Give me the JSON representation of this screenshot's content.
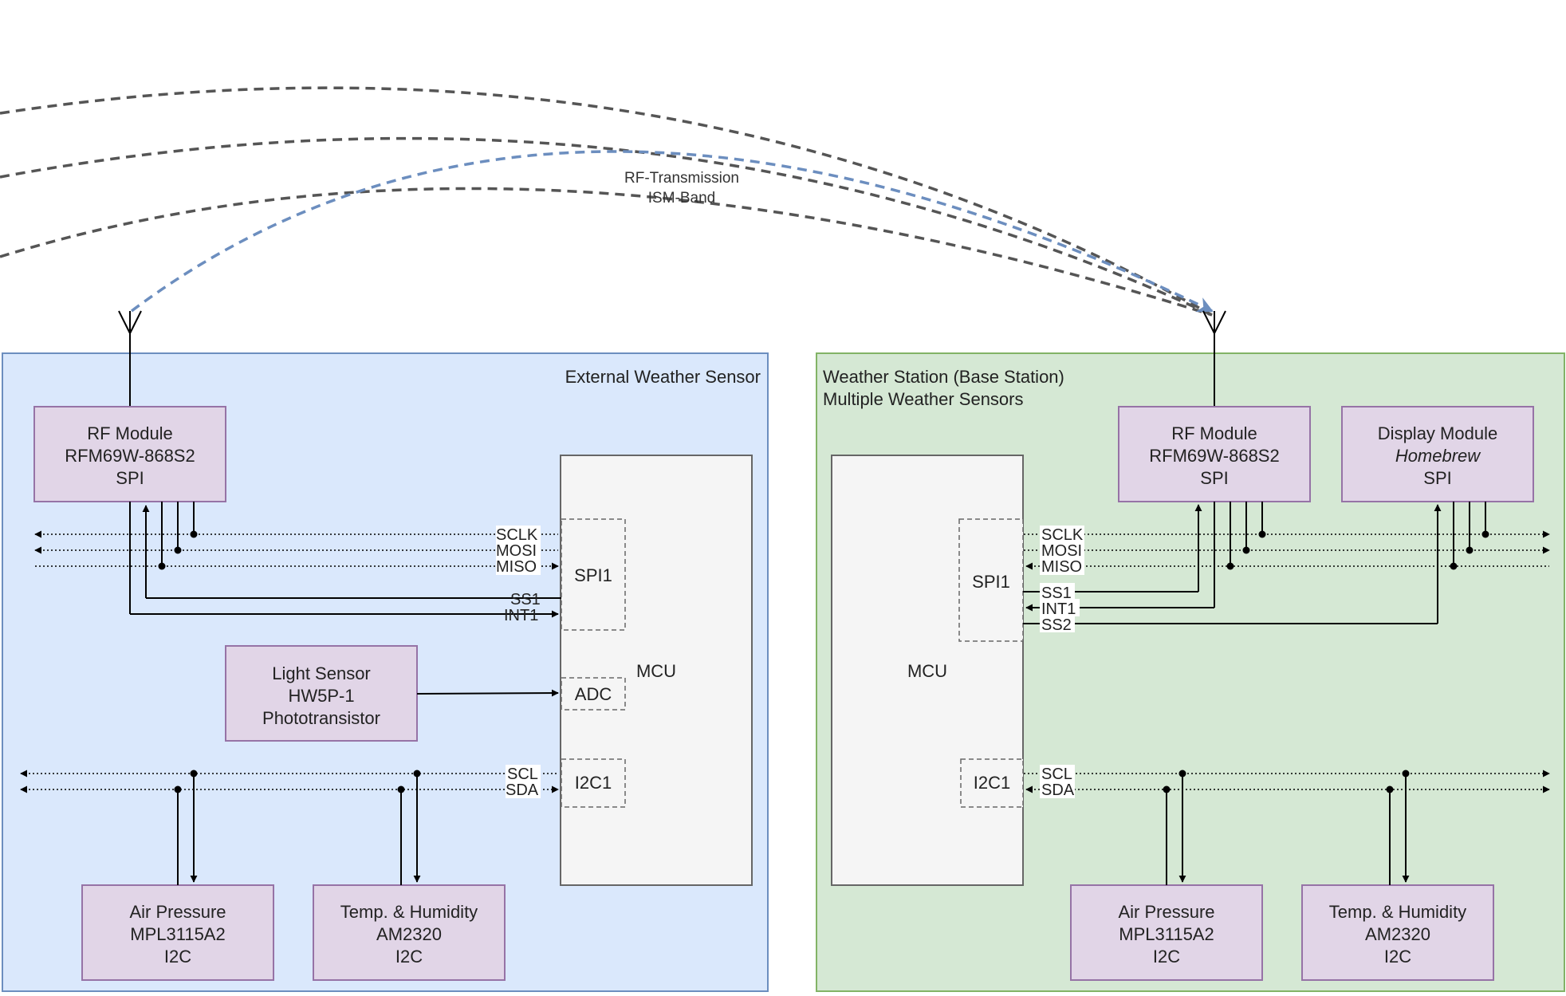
{
  "colors": {
    "external_panel_fill": "#dae8fc",
    "external_panel_stroke": "#6c8ebf",
    "base_panel_fill": "#d5e8d4",
    "base_panel_stroke": "#82b366",
    "module_fill": "#e1d5e7",
    "module_stroke": "#9673a6",
    "mcu_fill": "#f5f5f5",
    "mcu_stroke": "#666666",
    "rf_link_active": "#6c8ebf",
    "rf_link_other": "#555555"
  },
  "rf_link": {
    "label_line1": "RF-Transmission",
    "label_line2": "ISM-Band"
  },
  "external_sensor": {
    "title": "External Weather Sensor",
    "rf_module": {
      "line1": "RF Module",
      "line2": "RFM69W-868S2",
      "line3": "SPI"
    },
    "light_sensor": {
      "line1": "Light Sensor",
      "line2": "HW5P-1",
      "line3": "Phototransistor"
    },
    "air_pressure": {
      "line1": "Air Pressure",
      "line2": "MPL3115A2",
      "line3": "I2C"
    },
    "temp_humidity": {
      "line1": "Temp. & Humidity",
      "line2": "AM2320",
      "line3": "I2C"
    },
    "mcu": {
      "label": "MCU",
      "spi": "SPI1",
      "adc": "ADC",
      "i2c": "I2C1"
    },
    "signals": {
      "sclk": "SCLK",
      "mosi": "MOSI",
      "miso": "MISO",
      "ss1": "SS1",
      "int1": "INT1",
      "scl": "SCL",
      "sda": "SDA"
    }
  },
  "base_station": {
    "title_line1": "Weather Station (Base Station)",
    "title_line2": "Multiple Weather Sensors",
    "rf_module": {
      "line1": "RF Module",
      "line2": "RFM69W-868S2",
      "line3": "SPI"
    },
    "display_module": {
      "line1": "Display Module",
      "line2": "Homebrew",
      "line3": "SPI"
    },
    "air_pressure": {
      "line1": "Air Pressure",
      "line2": "MPL3115A2",
      "line3": "I2C"
    },
    "temp_humidity": {
      "line1": "Temp. & Humidity",
      "line2": "AM2320",
      "line3": "I2C"
    },
    "mcu": {
      "label": "MCU",
      "spi": "SPI1",
      "i2c": "I2C1"
    },
    "signals": {
      "sclk": "SCLK",
      "mosi": "MOSI",
      "miso": "MISO",
      "ss1": "SS1",
      "int1": "INT1",
      "ss2": "SS2",
      "scl": "SCL",
      "sda": "SDA"
    }
  }
}
